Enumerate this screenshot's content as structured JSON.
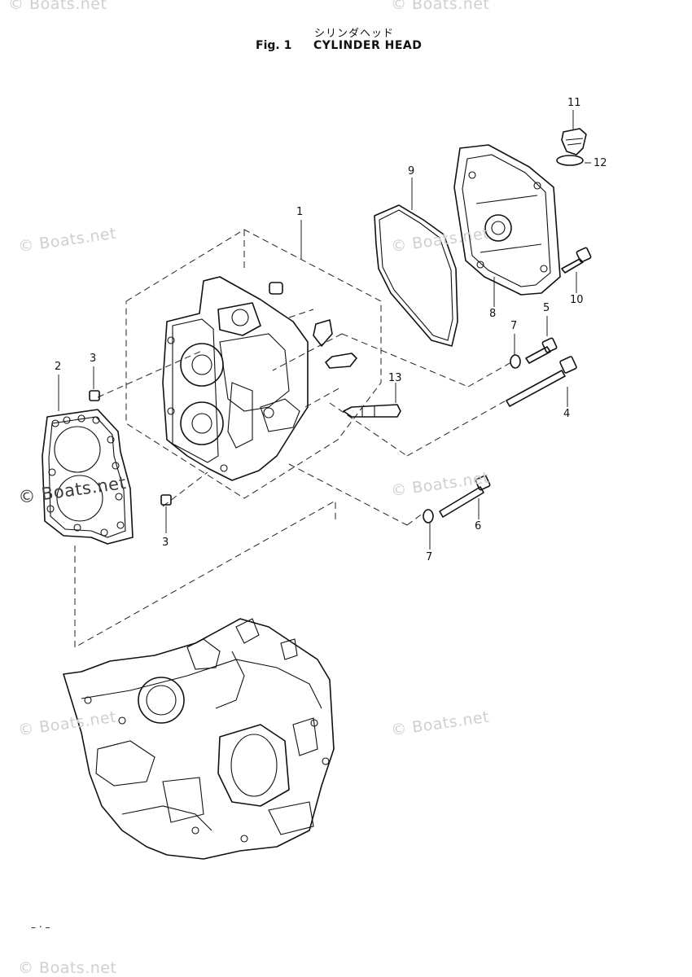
{
  "title": {
    "japanese": "シリンダヘッド",
    "figure": "Fig. 1",
    "name": "CYLINDER HEAD"
  },
  "watermarks": [
    {
      "text": "© Boats.net",
      "style": "light"
    },
    {
      "text": "© Boats.net",
      "style": "light"
    },
    {
      "text": "© Boats.net",
      "style": "light"
    },
    {
      "text": "© Boats.net",
      "style": "light"
    },
    {
      "text": "© Boats.net",
      "style": "dark"
    },
    {
      "text": "© Boats.net",
      "style": "light"
    },
    {
      "text": "© Boats.net",
      "style": "light"
    },
    {
      "text": "© Boats.net",
      "style": "light"
    },
    {
      "text": "© Boats.net",
      "style": "light"
    }
  ],
  "callouts": [
    "1",
    "2",
    "3",
    "3",
    "4",
    "5",
    "6",
    "7",
    "7",
    "8",
    "9",
    "10",
    "11",
    "12",
    "13"
  ],
  "footer": "– ‧ –"
}
